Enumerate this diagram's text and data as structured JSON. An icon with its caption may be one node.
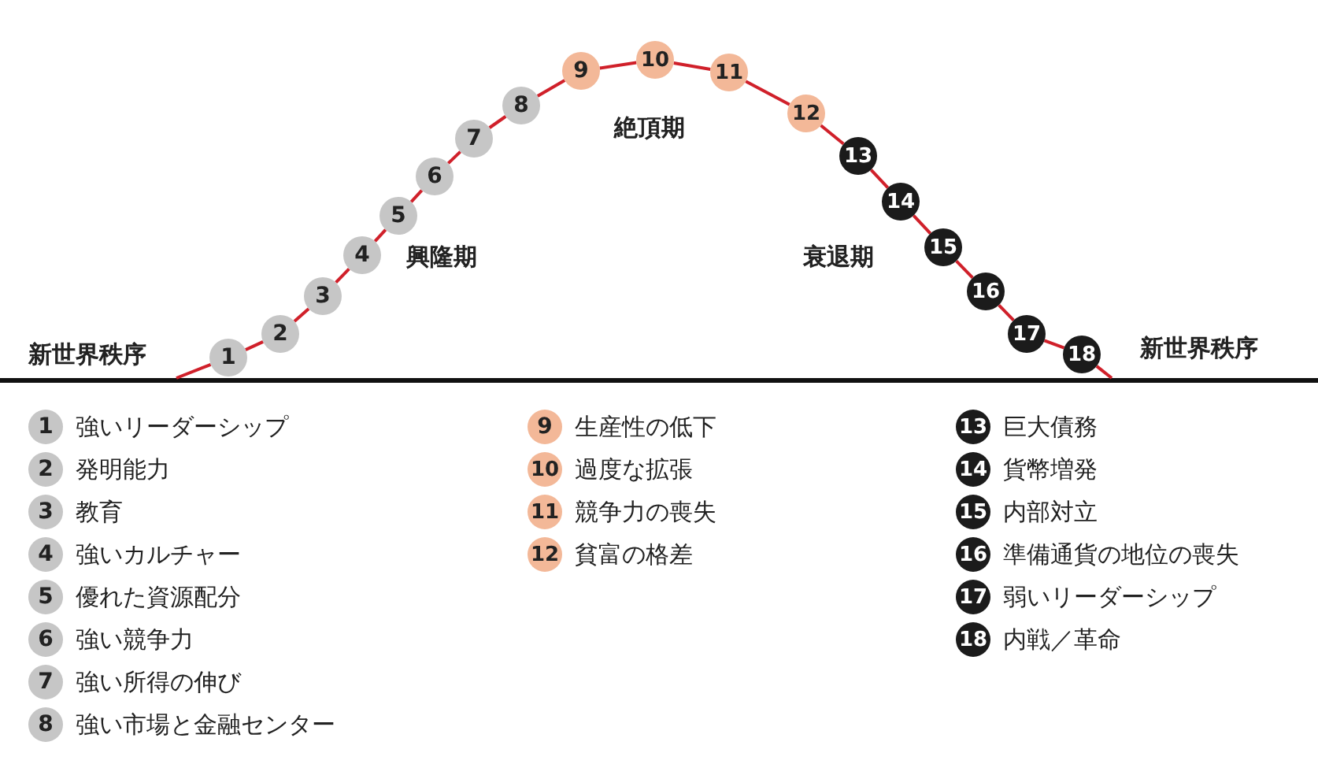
{
  "diagram": {
    "nodes": [
      {
        "text": [
          "1"
        ]
      },
      {
        "text": [
          "2"
        ]
      },
      {
        "text": [
          "3"
        ]
      },
      {
        "text": [
          "4"
        ]
      },
      {
        "text": [
          "5"
        ]
      },
      {
        "text": [
          "6"
        ]
      },
      {
        "text": [
          "7"
        ]
      },
      {
        "text": [
          "8"
        ]
      },
      {
        "text": [
          "9"
        ]
      },
      {
        "text": [
          "10"
        ]
      },
      {
        "text": [
          "11"
        ]
      },
      {
        "text": [
          "12"
        ]
      },
      {
        "text": [
          "13"
        ]
      },
      {
        "text": [
          "14"
        ]
      },
      {
        "text": [
          "15"
        ]
      },
      {
        "text": [
          "16"
        ]
      },
      {
        "text": [
          "17"
        ]
      },
      {
        "text": [
          "18"
        ]
      },
      {
        "text": [
          "1"
        ],
        "beside": [
          "強いリーダーシップ"
        ]
      },
      {
        "text": [
          "2"
        ],
        "beside": [
          "発明能力"
        ]
      },
      {
        "text": [
          "3"
        ],
        "beside": [
          "教育"
        ]
      },
      {
        "text": [
          "4"
        ],
        "beside": [
          "強いカルチャー"
        ]
      },
      {
        "text": [
          "5"
        ],
        "beside": [
          "優れた資源配分"
        ]
      },
      {
        "text": [
          "6"
        ],
        "beside": [
          "強い競争力"
        ]
      },
      {
        "text": [
          "7"
        ],
        "beside": [
          "強い所得の伸び"
        ]
      },
      {
        "text": [
          "8"
        ],
        "beside": [
          "強い市場と金融センター"
        ]
      },
      {
        "text": [
          "9"
        ],
        "beside": [
          "生産性の低下"
        ]
      },
      {
        "text": [
          "10"
        ],
        "beside": [
          "過度な拡張"
        ]
      },
      {
        "text": [
          "11"
        ],
        "beside": [
          "競争力の喪失"
        ]
      },
      {
        "text": [
          "12"
        ],
        "beside": [
          "貧富の格差"
        ]
      },
      {
        "text": [
          "13"
        ],
        "beside": [
          "巨大債務"
        ]
      },
      {
        "text": [
          "14"
        ],
        "beside": [
          "貨幣増発"
        ]
      },
      {
        "text": [
          "15"
        ],
        "beside": [
          "内部対立"
        ]
      },
      {
        "text": [
          "16"
        ],
        "beside": [
          "準備通貨の地位の喪失"
        ]
      },
      {
        "text": [
          "17"
        ],
        "beside": [
          "弱いリーダーシップ"
        ]
      },
      {
        "text": [
          "18"
        ],
        "beside": [
          "内戦／革命"
        ]
      }
    ],
    "edges": [
      {
        "from": null,
        "to": 0,
        "arrow": "none"
      },
      {
        "from": 0,
        "to": 1,
        "arrow": "none"
      },
      {
        "from": 1,
        "to": 2,
        "arrow": "none"
      },
      {
        "from": 2,
        "to": 3,
        "arrow": "none"
      },
      {
        "from": 3,
        "to": 4,
        "arrow": "none"
      },
      {
        "from": 4,
        "to": 5,
        "arrow": "none"
      },
      {
        "from": 5,
        "to": 6,
        "arrow": "none"
      },
      {
        "from": 6,
        "to": 7,
        "arrow": "none"
      },
      {
        "from": 7,
        "to": 8,
        "arrow": "none"
      },
      {
        "from": 8,
        "to": 9,
        "arrow": "none"
      },
      {
        "from": 9,
        "to": 10,
        "arrow": "none"
      },
      {
        "from": 10,
        "to": 11,
        "arrow": "none"
      },
      {
        "from": 11,
        "to": 12,
        "arrow": "none"
      },
      {
        "from": 12,
        "to": 13,
        "arrow": "none"
      },
      {
        "from": 13,
        "to": 14,
        "arrow": "none"
      },
      {
        "from": 14,
        "to": 15,
        "arrow": "none"
      },
      {
        "from": 15,
        "to": 16,
        "arrow": "none"
      },
      {
        "from": 16,
        "to": 17,
        "arrow": "none"
      },
      {
        "from": 17,
        "to": null,
        "arrow": "none"
      }
    ],
    "labels": [
      "新世界秩序",
      "興隆期",
      "絶頂期",
      "衰退期",
      "新世界秩序"
    ]
  }
}
